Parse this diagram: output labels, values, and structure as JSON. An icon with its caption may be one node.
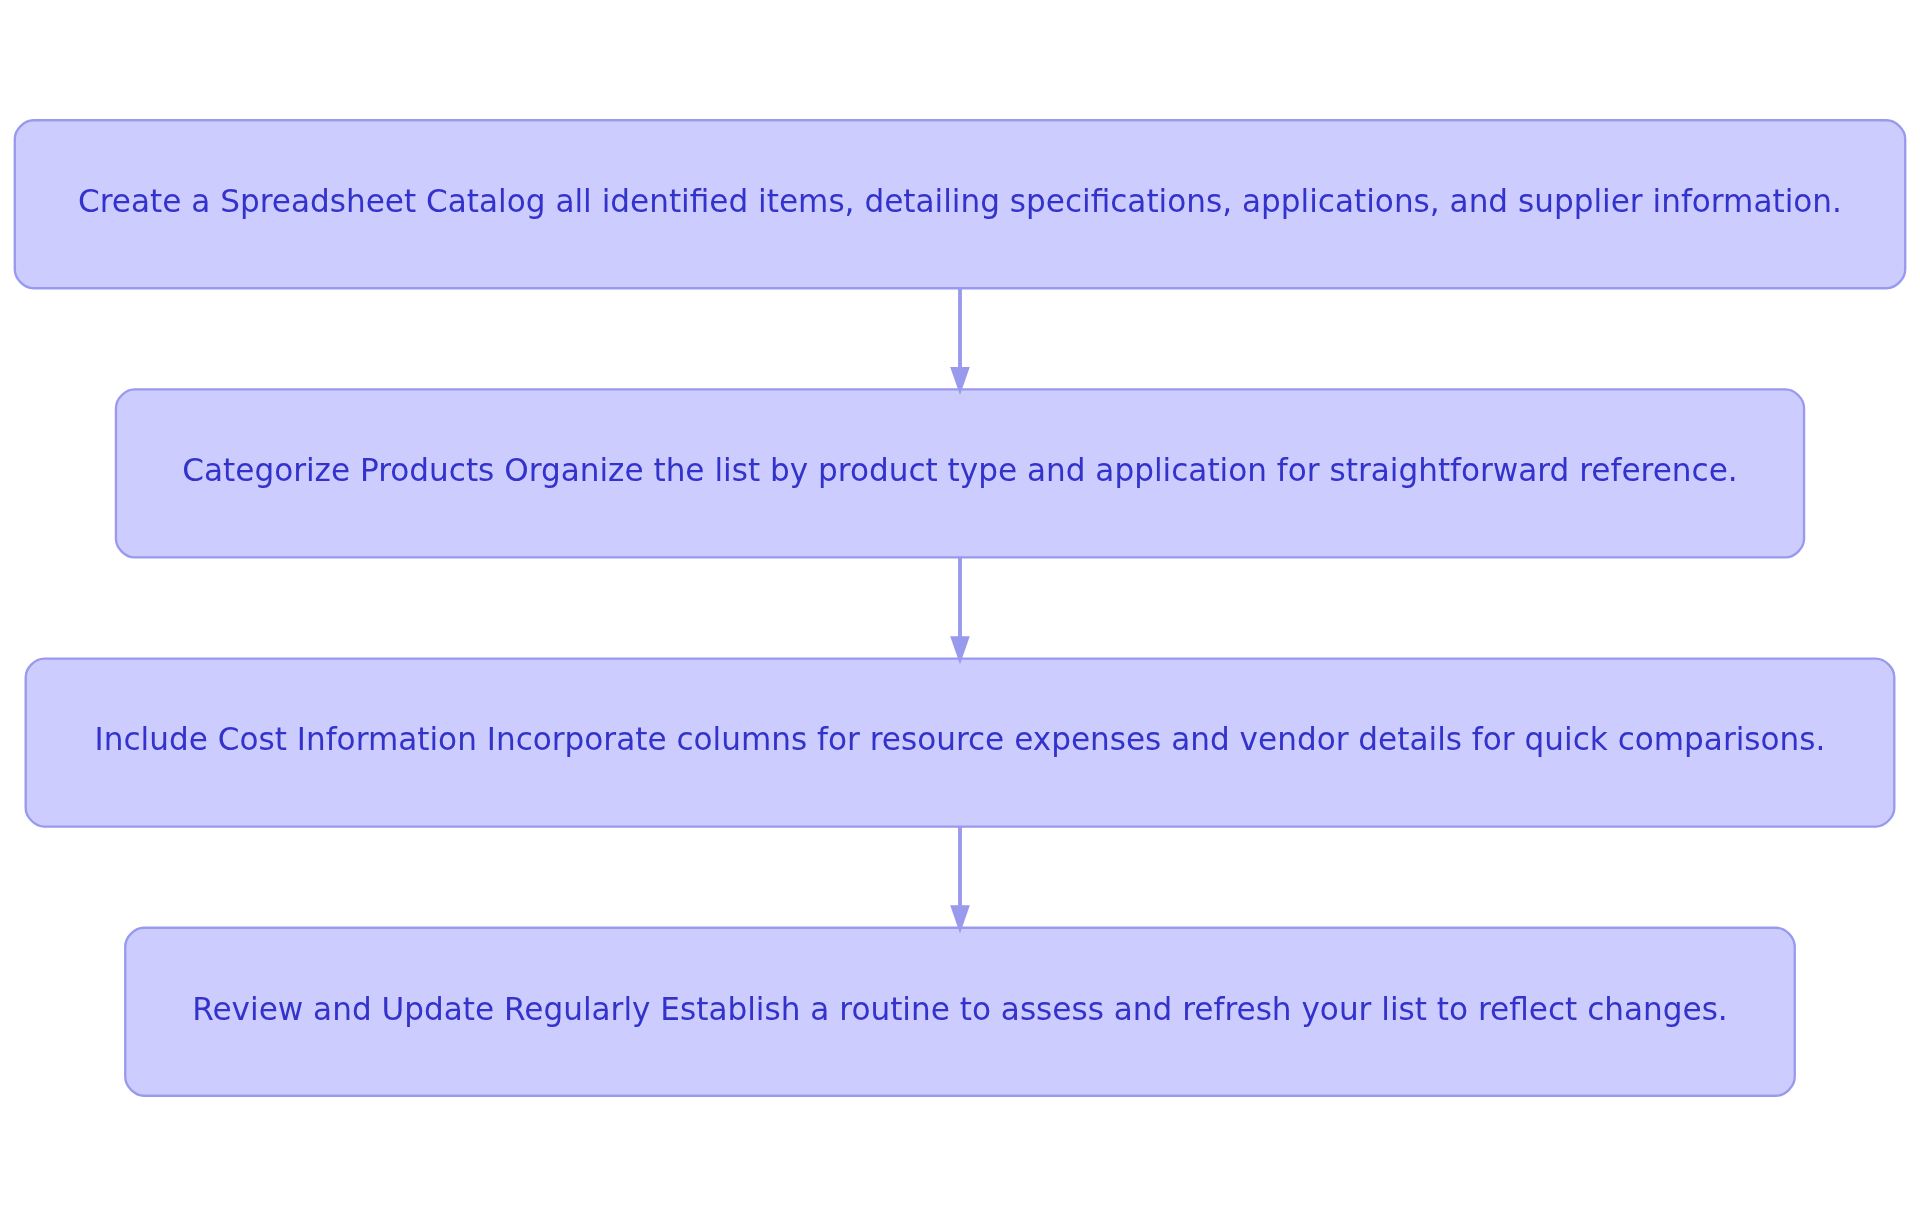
{
  "diagram": {
    "nodes": [
      {
        "text": [
          "Create a Spreadsheet Catalog all identified items, detailing specifications, applications, and supplier information."
        ]
      },
      {
        "text": [
          "Categorize Products Organize the list by product type and application for straightforward reference."
        ]
      },
      {
        "text": [
          "Include Cost Information Incorporate columns for resource expenses and vendor details for quick comparisons."
        ]
      },
      {
        "text": [
          "Review and Update Regularly Establish a routine to assess and refresh your list to reflect changes."
        ]
      }
    ],
    "edges": [
      {
        "from": 0,
        "to": 1,
        "arrow": "to"
      },
      {
        "from": 1,
        "to": 2,
        "arrow": "to"
      },
      {
        "from": 2,
        "to": 3,
        "arrow": "to"
      }
    ]
  }
}
